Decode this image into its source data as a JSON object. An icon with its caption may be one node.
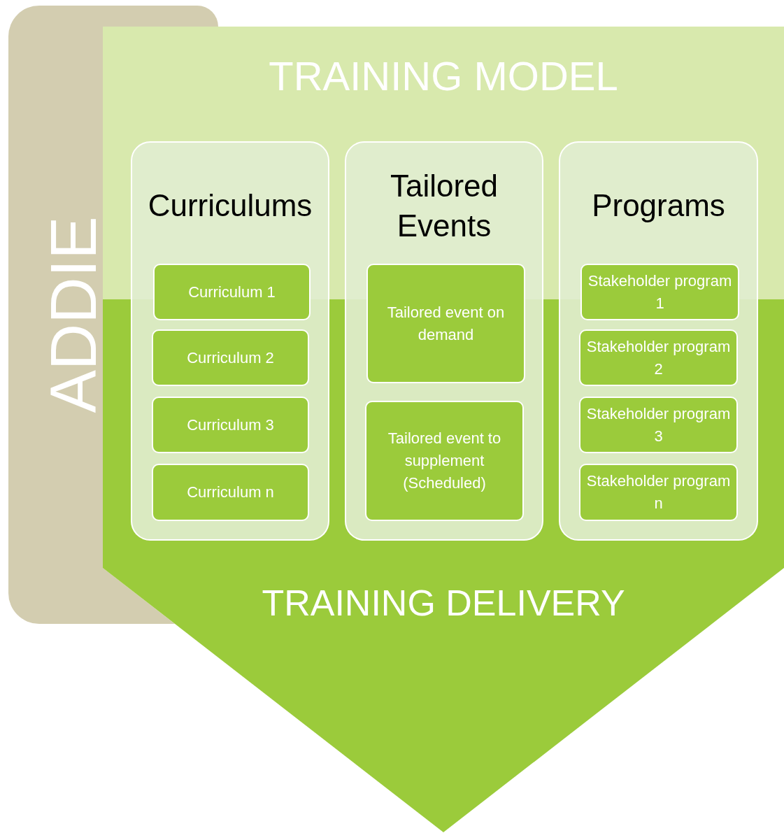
{
  "diagram": {
    "nodes": [
      {
        "text": [
          "ADDIE"
        ]
      },
      {
        "text": [
          "TRAINING MODEL",
          "TRAINING DELIVERY"
        ]
      },
      {
        "text": [
          "Curriculums"
        ]
      },
      {
        "text": [
          "Curriculum 1"
        ],
        "in": 2
      },
      {
        "text": [
          "Curriculum 2"
        ]
      },
      {
        "text": [
          "Curriculum 3"
        ]
      },
      {
        "text": [
          "Curriculum n"
        ]
      },
      {
        "text": [
          "Tailored Events"
        ]
      },
      {
        "text": [
          "Tailored event on demand"
        ],
        "in": 7
      },
      {
        "text": [
          "Tailored event to supplement (Scheduled)"
        ]
      },
      {
        "text": [
          "Programs"
        ]
      },
      {
        "text": [
          "Stakeholder program 1"
        ],
        "in": 10
      },
      {
        "text": [
          "Stakeholder program 2"
        ]
      },
      {
        "text": [
          "Stakeholder program 3"
        ]
      },
      {
        "text": [
          "Stakeholder program n"
        ]
      }
    ]
  }
}
